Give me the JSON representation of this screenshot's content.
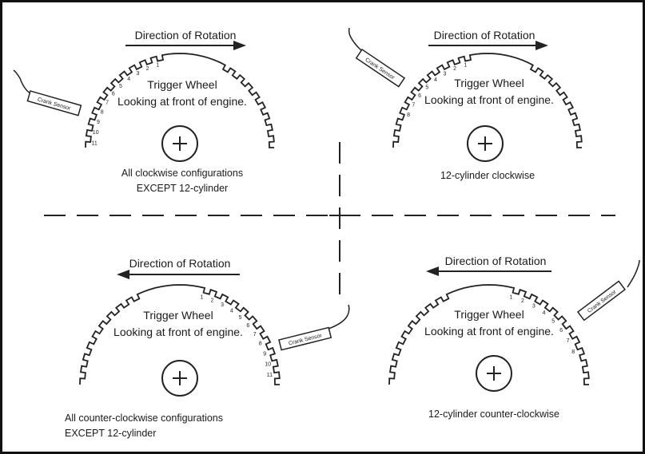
{
  "colors": {
    "border": "#111111",
    "line": "#222222",
    "background": "#ffffff"
  },
  "panels": [
    {
      "id": "top-left",
      "direction_label": "Direction of Rotation",
      "arrow": "right",
      "title": "Trigger Wheel",
      "subtitle": "Looking at front of engine.",
      "caption": [
        "All clockwise configurations",
        "EXCEPT 12-cylinder"
      ],
      "sensor_label": "Crank Sensor",
      "tooth_numbers": [
        "1",
        "2",
        "3",
        "4",
        "5",
        "6",
        "7",
        "8",
        "9",
        "10",
        "11"
      ]
    },
    {
      "id": "top-right",
      "direction_label": "Direction of Rotation",
      "arrow": "right",
      "title": "Trigger Wheel",
      "subtitle": "Looking at front of engine.",
      "caption": [
        "12-cylinder clockwise"
      ],
      "sensor_label": "Crank Sensor",
      "tooth_numbers": [
        "1",
        "2",
        "3",
        "4",
        "5",
        "6",
        "7",
        "8"
      ]
    },
    {
      "id": "bottom-left",
      "direction_label": "Direction of Rotation",
      "arrow": "left",
      "title": "Trigger Wheel",
      "subtitle": "Looking at front of engine.",
      "caption": [
        "All counter-clockwise configurations",
        "EXCEPT 12-cylinder"
      ],
      "sensor_label": "Crank Sensor",
      "tooth_numbers": [
        "1",
        "2",
        "3",
        "4",
        "5",
        "6",
        "7",
        "8",
        "9",
        "10",
        "11"
      ]
    },
    {
      "id": "bottom-right",
      "direction_label": "Direction of Rotation",
      "arrow": "left",
      "title": "Trigger Wheel",
      "subtitle": "Looking at front of engine.",
      "caption": [
        "12-cylinder counter-clockwise"
      ],
      "sensor_label": "Crank Sensor",
      "tooth_numbers": [
        "1",
        "2",
        "3",
        "4",
        "5",
        "6",
        "7",
        "8"
      ]
    }
  ]
}
